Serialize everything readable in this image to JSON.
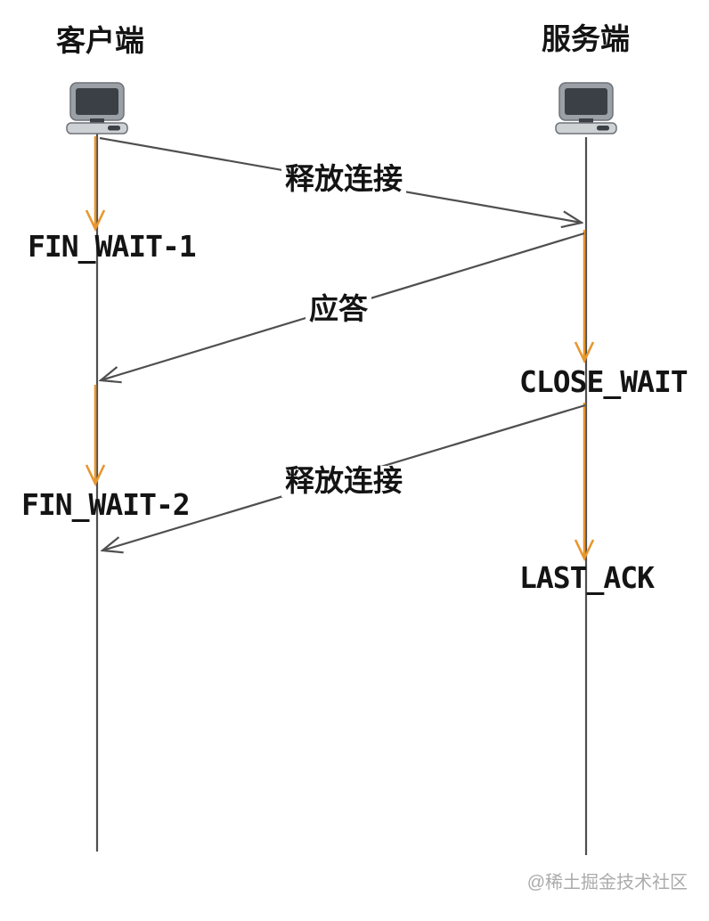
{
  "diagram": {
    "type": "tcp-connection-release-sequence",
    "actors": {
      "client": "客户端",
      "server": "服务端"
    },
    "client_states": {
      "s1": "FIN_WAIT-1",
      "s2": "FIN_WAIT-2"
    },
    "server_states": {
      "s1": "CLOSE_WAIT",
      "s2": "LAST_ACK"
    },
    "messages": {
      "m1": "释放连接",
      "m2": "应答",
      "m3": "释放连接"
    },
    "watermark": "@稀土掘金技术社区",
    "icons": {
      "client": "computer-icon",
      "server": "computer-icon"
    },
    "colors": {
      "line": "#4f4f4f",
      "accent": "#e8962e",
      "text": "#141414",
      "watermark": "#ababab",
      "background": "#ffffff",
      "icon_screen": "#3b4046",
      "icon_frame": "#9aa0a5",
      "icon_base": "#ced2d5"
    }
  }
}
